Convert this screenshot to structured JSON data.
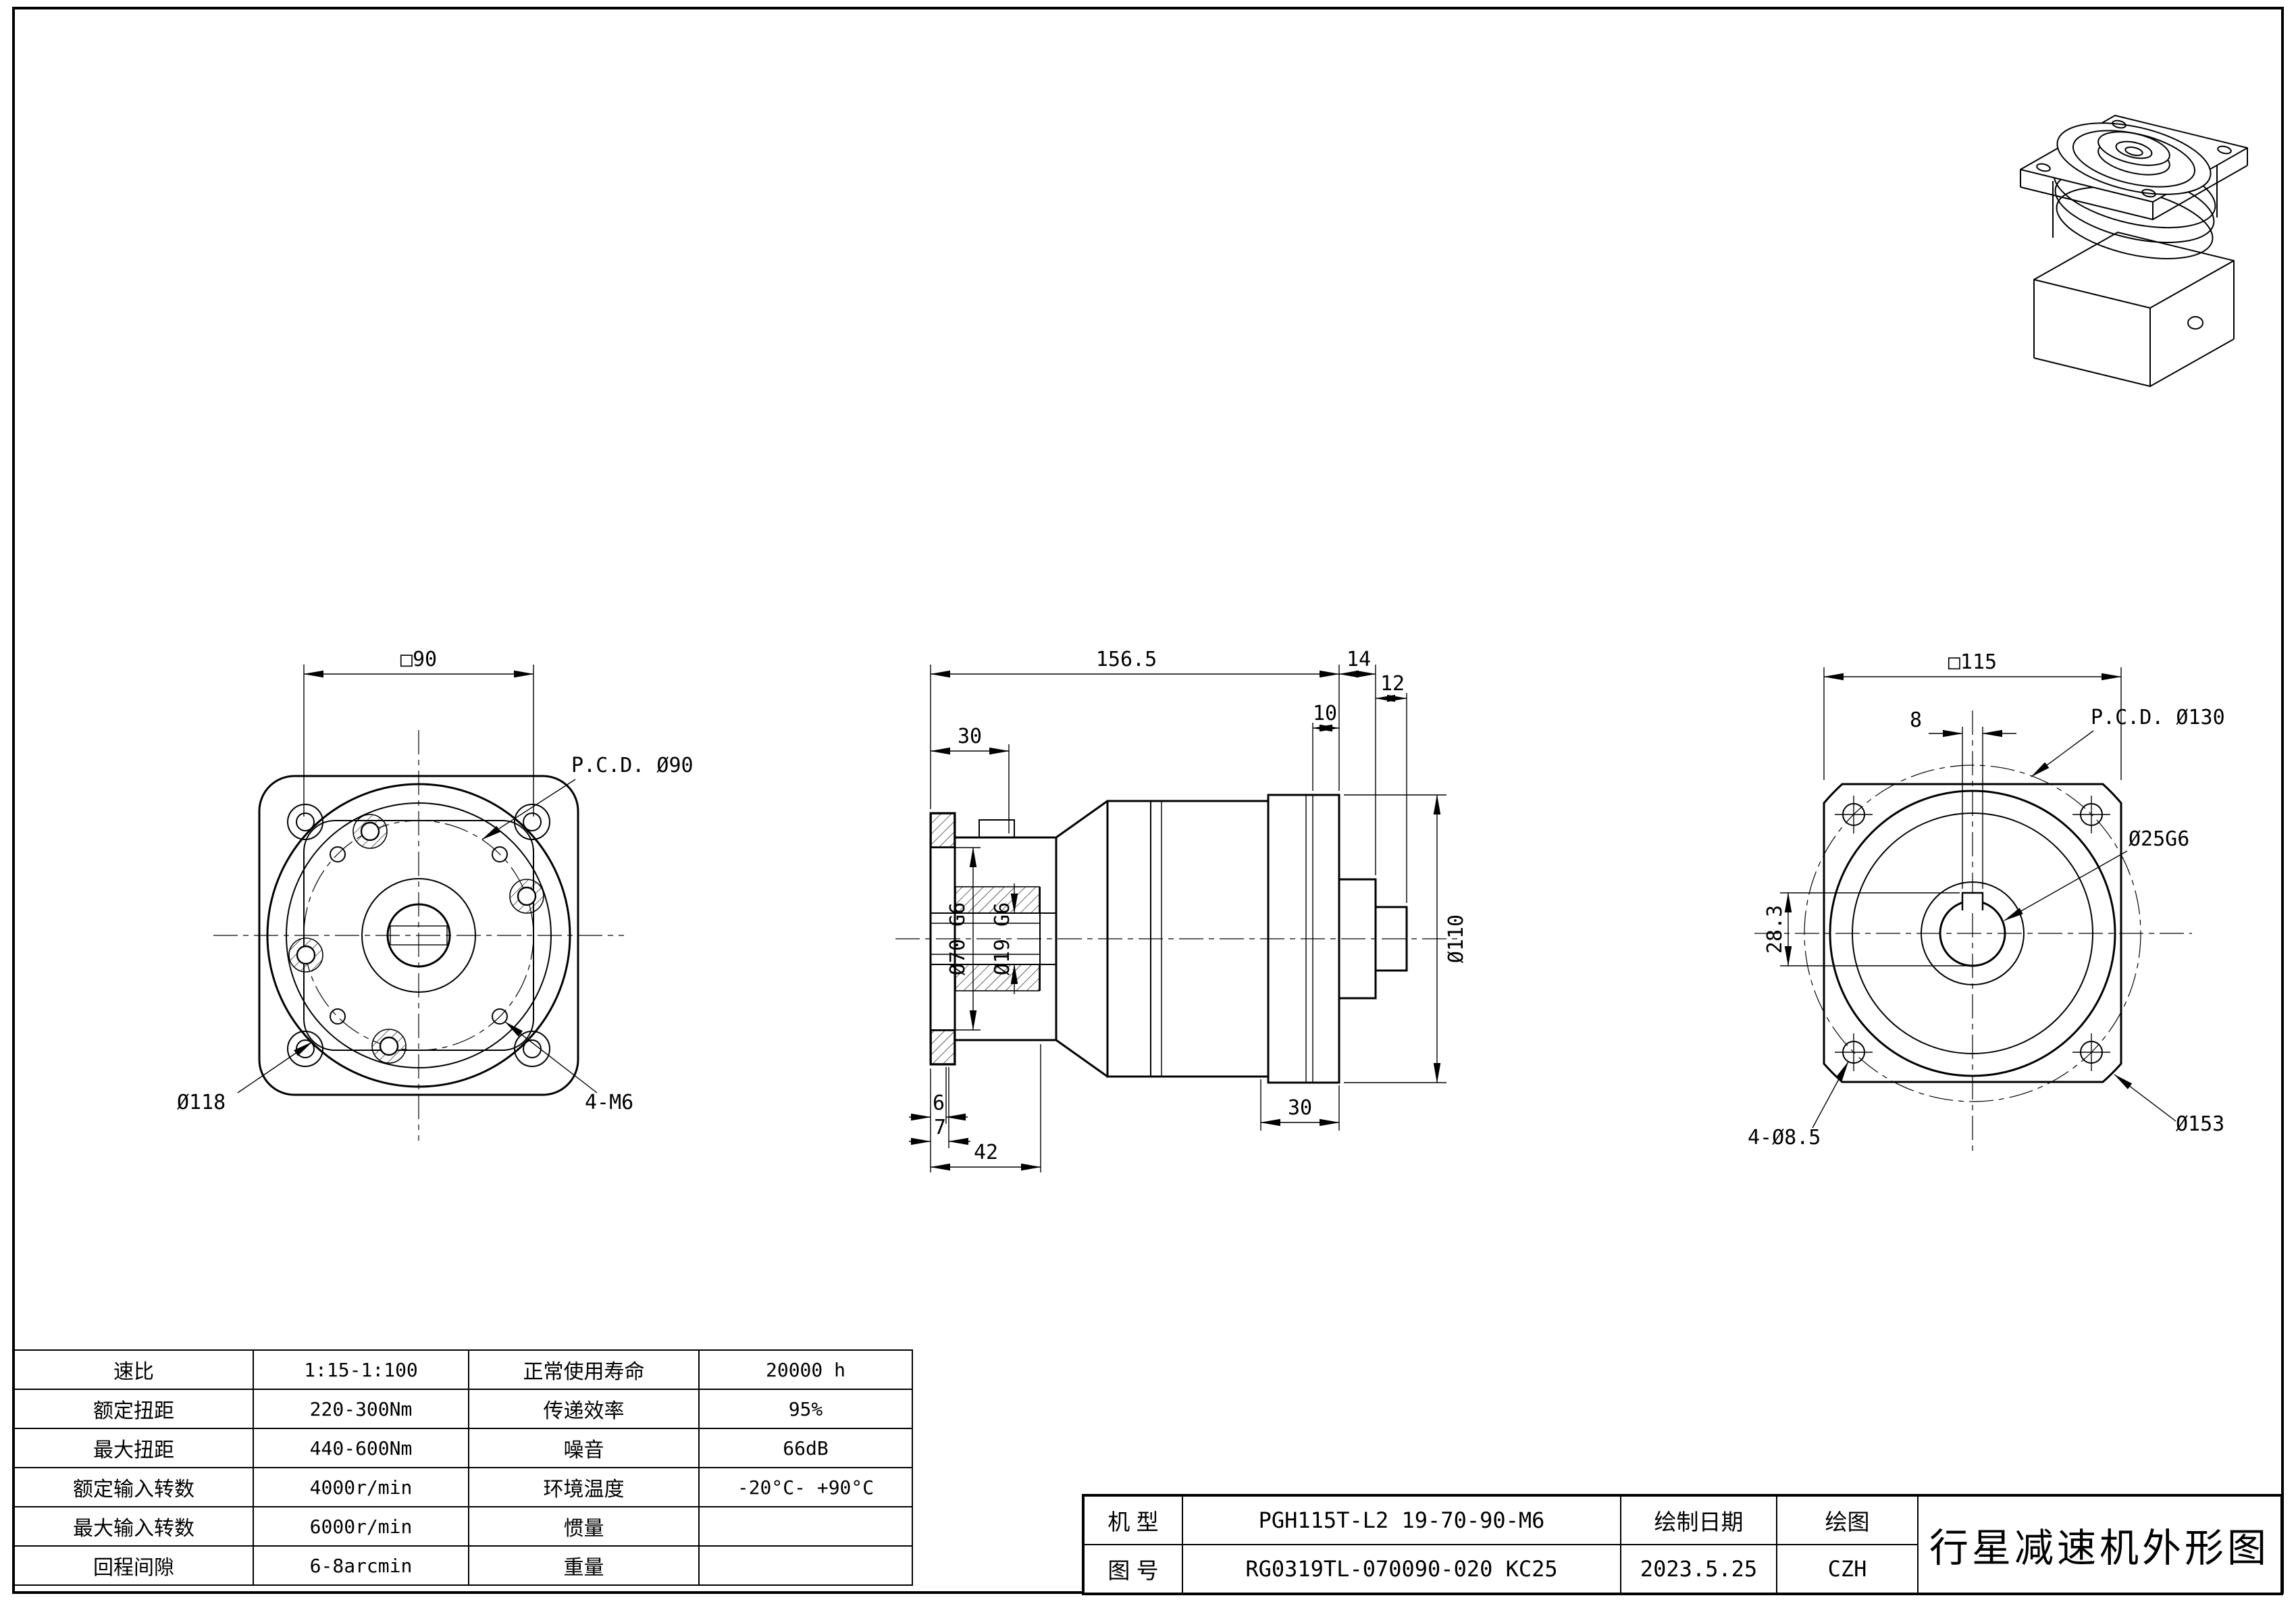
{
  "sheet": {
    "title": "行星减速机外形图"
  },
  "views": {
    "front": {
      "square": "□90",
      "pcd": "P.C.D. Ø90",
      "outer_dia": "Ø118",
      "screw_holes": "4-M6"
    },
    "side": {
      "overall_length": "156.5",
      "len_14": "14",
      "len_12": "12",
      "len_10": "10",
      "len_30_input": "30",
      "pilot_dia": "Ø70 G6",
      "input_bore": "Ø19 G6",
      "body_dia": "Ø110",
      "len_6": "6",
      "len_7": "7",
      "len_42": "42",
      "len_30_output": "30"
    },
    "back": {
      "square": "□115",
      "key_width": "8",
      "pcd": "P.C.D. Ø130",
      "bore": "Ø25G6",
      "key_height": "28.3",
      "corner_holes": "4-Ø8.5",
      "outer_dia": "Ø153"
    }
  },
  "spec_table": {
    "rows": [
      [
        "速比",
        "1:15-1:100",
        "正常使用寿命",
        "20000 h"
      ],
      [
        "额定扭距",
        "220-300Nm",
        "传递效率",
        "95%"
      ],
      [
        "最大扭距",
        "440-600Nm",
        "噪音",
        "66dB"
      ],
      [
        "额定输入转数",
        "4000r/min",
        "环境温度",
        "-20°C- +90°C"
      ],
      [
        "最大输入转数",
        "6000r/min",
        "惯量",
        ""
      ],
      [
        "回程间隙",
        "6-8arcmin",
        "重量",
        ""
      ]
    ]
  },
  "title_block": {
    "model_label": "机 型",
    "model_value": "PGH115T-L2 19-70-90-M6",
    "drawing_no_label": "图 号",
    "drawing_no_value": "RG0319TL-070090-020 KC25",
    "date_label": "绘制日期",
    "date_value": "2023.5.25",
    "drafter_label": "绘图",
    "drafter_value": "CZH"
  }
}
